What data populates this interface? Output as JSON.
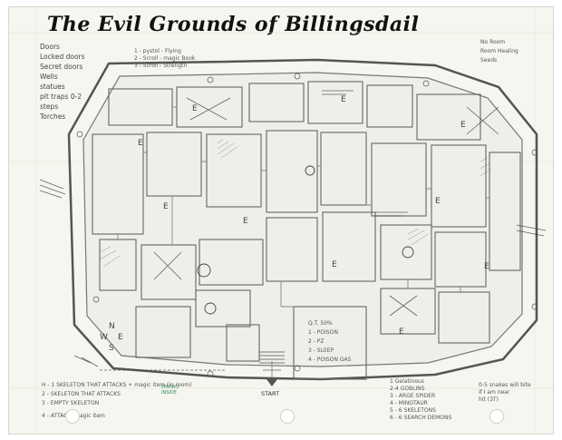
{
  "title": "The Evil Grounds of Billingsdail",
  "legend": {
    "items": [
      "Doors",
      "Locked doors",
      "Secret doors",
      "Wells",
      "statues",
      "pit traps 0-2",
      "steps",
      "Torches"
    ]
  },
  "map_labels": {
    "e_marks": [
      "E",
      "E",
      "E",
      "E",
      "E",
      "E",
      "E",
      "E",
      "E",
      "E"
    ],
    "start": "START",
    "compass": [
      "N",
      "W",
      "E",
      "S"
    ]
  },
  "notes": {
    "bottom_left": [
      "H - 1 SKELETON THAT ATTACKS + magic item (in room)",
      "2 - SKELETON THAT ATTACKS",
      "3 - EMPTY SKELETON",
      "4 - ATTACK, magic item"
    ],
    "trap_box": [
      "Q.T. 50%",
      "1 - POISON",
      "2 - PZ",
      "3 - SLEEP",
      "4 - POISON GAS"
    ],
    "bottom_mid": [
      "1 Gelatinous",
      "2-4 GOBLINS",
      "3 - ARGE SPIDER",
      "4 - MINOTAUR",
      "5 - 6 SKELETONS",
      "6 - 6 SEARCH DEMONS"
    ],
    "snake_note": [
      "0-5 snakes will bite",
      "if I am near",
      "hit (3T)"
    ],
    "top_right": [
      "No Room",
      "Room Healing",
      "Seeds"
    ],
    "room_key": [
      "1 - pystol - Flying",
      "2 - Scroll - magic Book",
      "3 - Scroll - Strength"
    ]
  },
  "stamp": [
    "ENVIRO",
    "INSIDE"
  ]
}
